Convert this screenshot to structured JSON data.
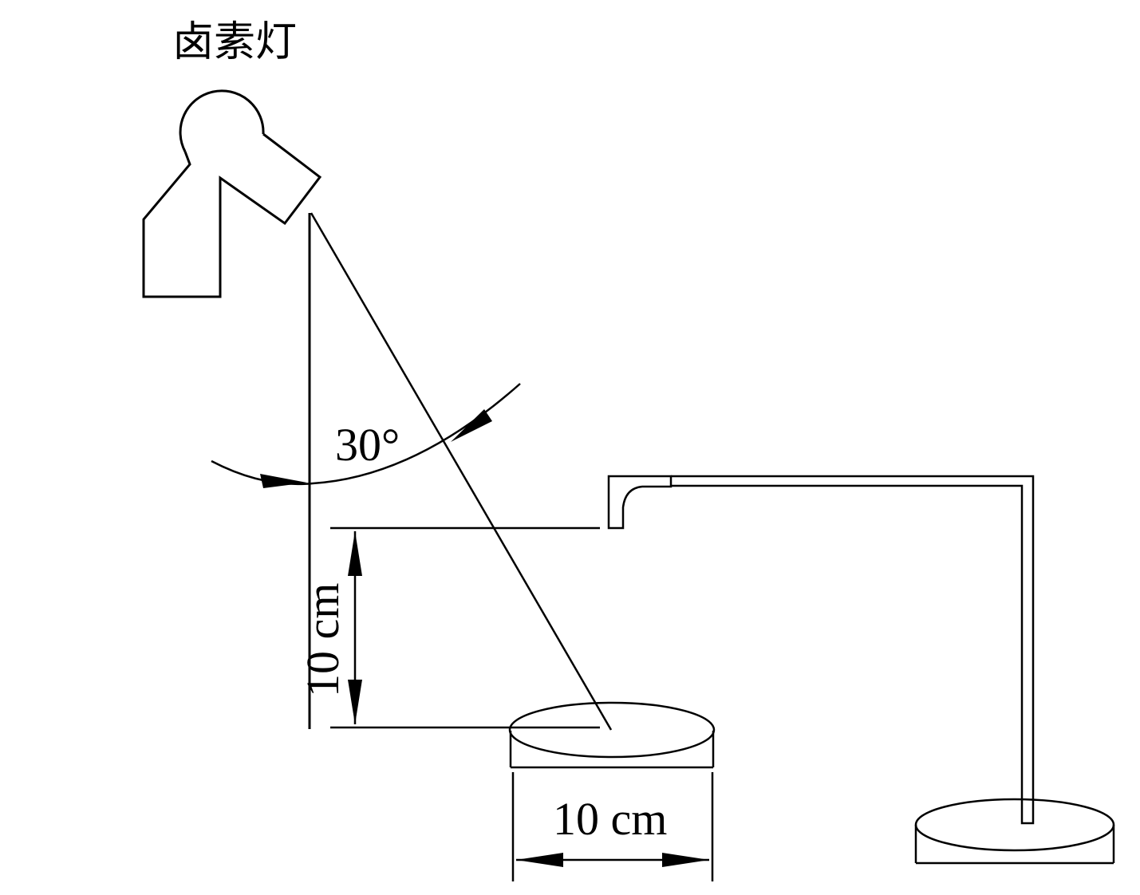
{
  "diagram": {
    "lamp_label": "卤素灯",
    "angle_label": "30°",
    "height_label": "10 cm",
    "diameter_label": "10 cm",
    "colors": {
      "line": "#000000",
      "background": "#ffffff"
    }
  }
}
